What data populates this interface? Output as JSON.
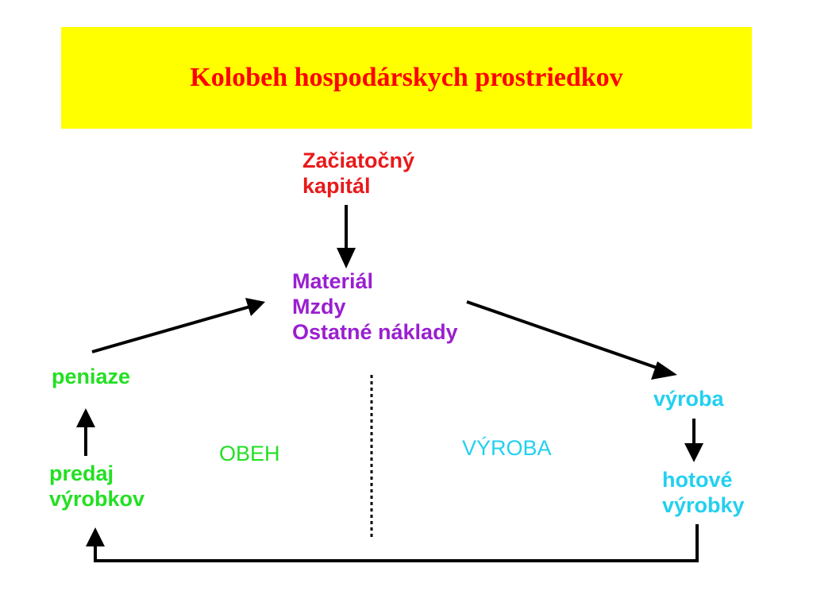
{
  "title": "Kolobeh hospodárskych prostriedkov",
  "nodes": {
    "start_capital": {
      "line1": "Začiatočný",
      "line2": "kapitál"
    },
    "costs": {
      "line1": "Materiál",
      "line2": "Mzdy",
      "line3": "Ostatné náklady"
    },
    "money": {
      "label": "peniaze"
    },
    "production": {
      "label": "výroba"
    },
    "finished": {
      "line1": "hotové",
      "line2": "výrobky"
    },
    "sale": {
      "line1": "predaj",
      "line2": "výrobkov"
    }
  },
  "regions": {
    "circulation": "OBEH",
    "production": "VÝROBA"
  },
  "colors": {
    "title_bg": "#ffff00",
    "title_text": "#ff0000",
    "start_capital": "#e8191b",
    "costs": "#9a1fd0",
    "circulation": "#22e022",
    "production": "#22d0f0",
    "arrows": "#000000"
  }
}
